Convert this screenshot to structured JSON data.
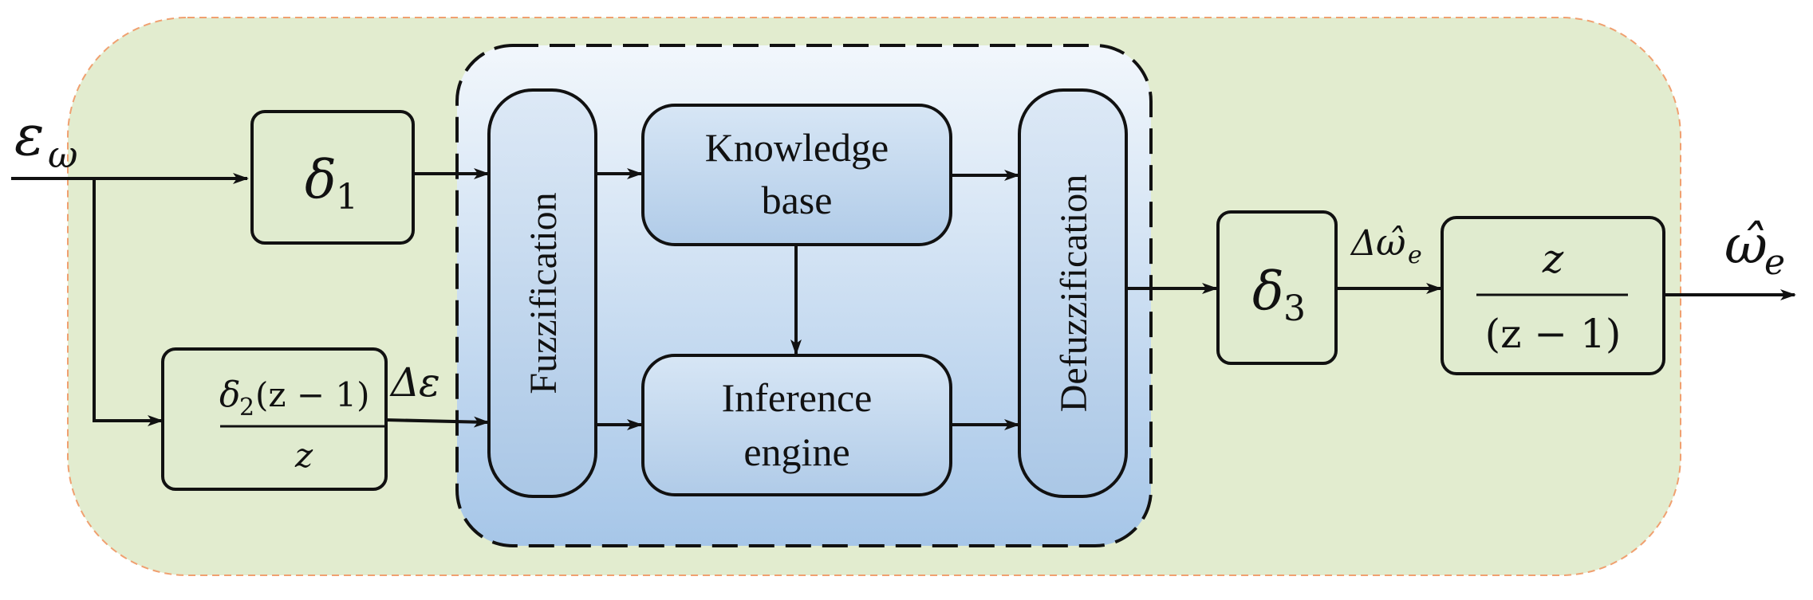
{
  "input": {
    "label": "ε",
    "sub": "ω"
  },
  "delta1": {
    "label": "δ",
    "sub": "1"
  },
  "delta2": {
    "num_delta": "δ",
    "num_sub": "2",
    "num_rest": "(z − 1)",
    "den": "z"
  },
  "delta_eps": {
    "delta": "Δ",
    "eps": "ε"
  },
  "fuzzy": {
    "fuzzification": "Fuzzification",
    "knowledge_line1": "Knowledge",
    "knowledge_line2": "base",
    "inference_line1": "Inference",
    "inference_line2": "engine",
    "defuzzification": "Defuzzification"
  },
  "delta3": {
    "label": "δ",
    "sub": "3"
  },
  "delta_omega": {
    "delta": "Δ",
    "omega": "ω̂",
    "sub": "e"
  },
  "integrator": {
    "num": "z",
    "den": "(z − 1)"
  },
  "output": {
    "omega": "ω̂",
    "sub": "e"
  },
  "colors": {
    "outer_fill": "#e2eccf",
    "outer_border": "#f0a070",
    "block_fill": "#e0ebcf",
    "fuzzy_top": "#f2f7fc",
    "fuzzy_bottom": "#a6c6e8",
    "inner_block_top": "#d4e4f4",
    "inner_block_bottom": "#b2cde9",
    "stroke": "#111111"
  }
}
